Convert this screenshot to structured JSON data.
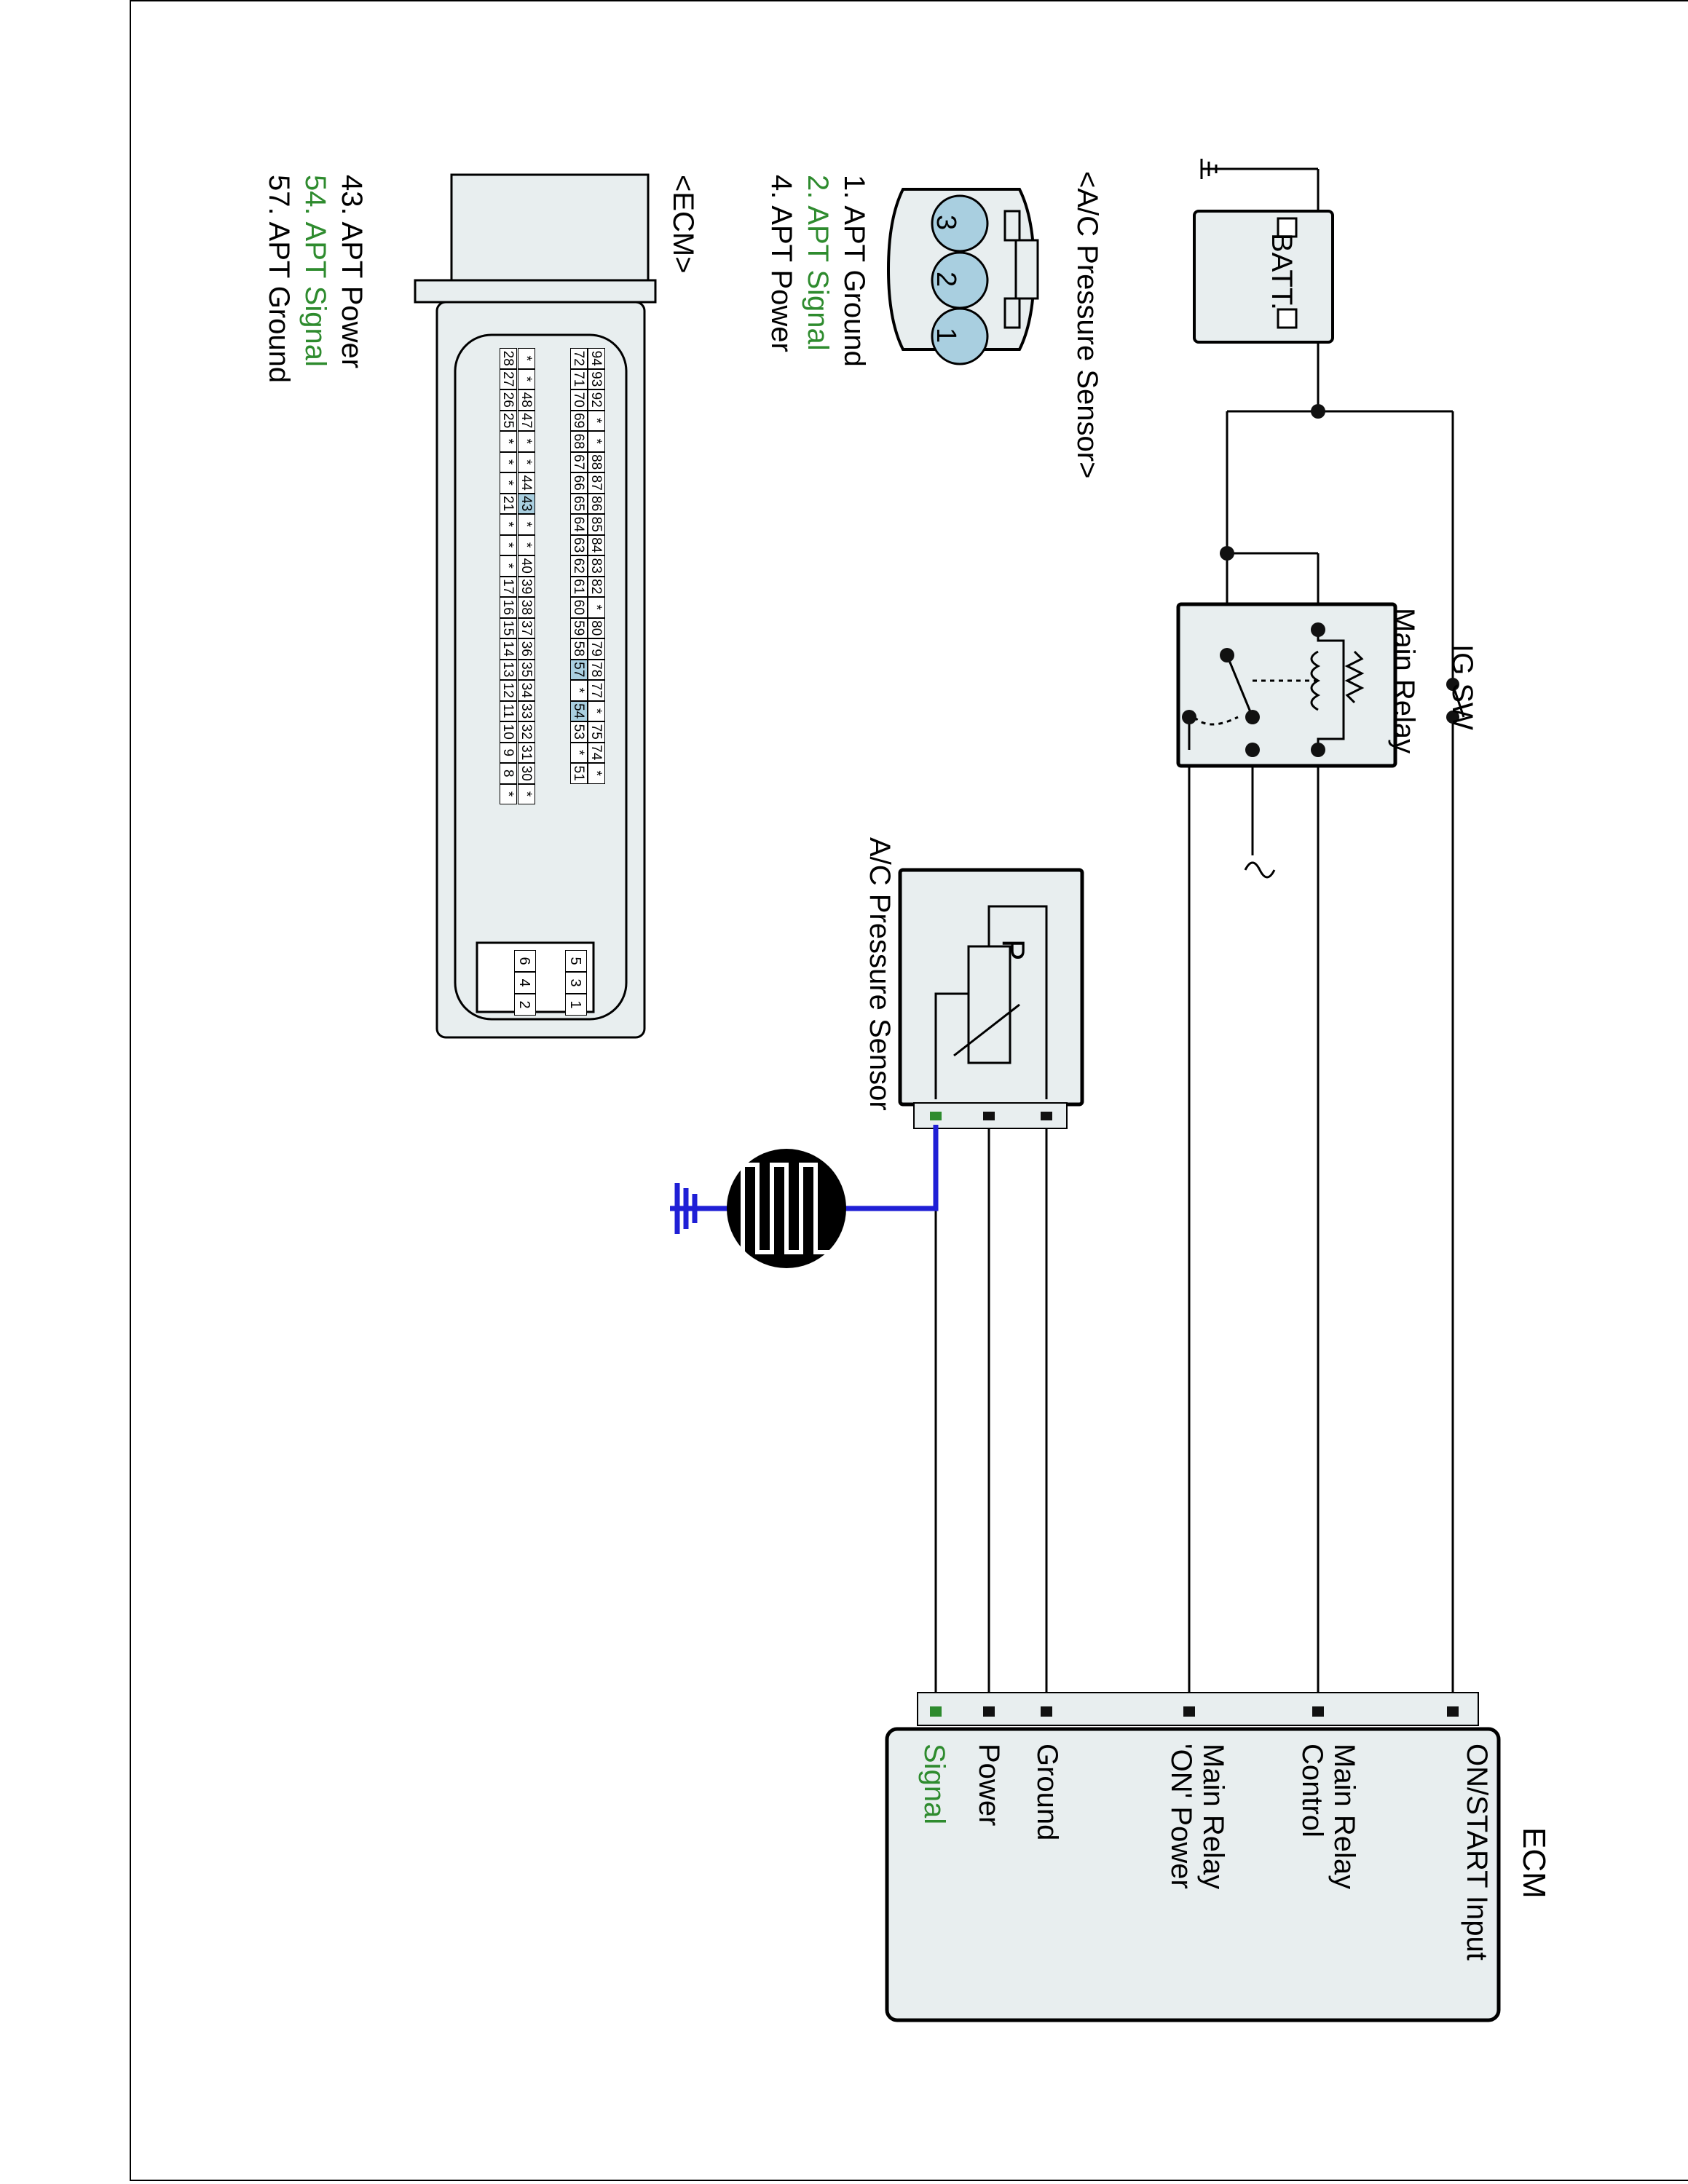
{
  "battery": {
    "label": "BATT.",
    "minus": "-",
    "plus": "+"
  },
  "ig_switch": {
    "label": "IG SW"
  },
  "main_relay": {
    "label": "Main Relay"
  },
  "sensor_block": {
    "label": "A/C Pressure Sensor",
    "symbol": "P"
  },
  "ecm_block": {
    "label": "ECM",
    "pins": [
      {
        "label": "ON/START  Input"
      },
      {
        "label": "Main Relay\nControl"
      },
      {
        "label": "Main Relay\n'ON' Power"
      },
      {
        "label": "Ground"
      },
      {
        "label": "Power"
      },
      {
        "label": "Signal",
        "color": "#2e8b2e"
      }
    ]
  },
  "sensor_connector": {
    "title": "<A/C Pressure Sensor>",
    "pins": [
      "3",
      "2",
      "1"
    ],
    "legend": [
      "1. APT Ground",
      "2. APT Signal",
      "4. APT Power"
    ]
  },
  "ecm_connector": {
    "title": "<ECM>",
    "row1": [
      "94",
      "93",
      "92",
      "*",
      "*",
      "88",
      "87",
      "86",
      "85",
      "84",
      "83",
      "82",
      "*",
      "80",
      "79",
      "78",
      "77",
      "*",
      "75",
      "74",
      "*"
    ],
    "row2": [
      "72",
      "71",
      "70",
      "69",
      "68",
      "67",
      "66",
      "65",
      "64",
      "63",
      "62",
      "61",
      "60",
      "59",
      "58",
      "57",
      "*",
      "54",
      "53",
      "*",
      "51"
    ],
    "row3": [
      "*",
      "*",
      "48",
      "47",
      "*",
      "*",
      "44",
      "43",
      "*",
      "*",
      "40",
      "39",
      "38",
      "37",
      "36",
      "35",
      "34",
      "33",
      "32",
      "31",
      "30",
      "*"
    ],
    "row4": [
      "28",
      "27",
      "26",
      "25",
      "*",
      "*",
      "*",
      "21",
      "*",
      "*",
      "*",
      "17",
      "16",
      "15",
      "14",
      "13",
      "12",
      "11",
      "10",
      "9",
      "8",
      "*"
    ],
    "small_block": [
      "6",
      "5",
      "4",
      "3",
      "2",
      "1"
    ],
    "legend": [
      "43. APT Power",
      "54. APT Signal",
      "57. APT Ground"
    ],
    "highlight": [
      "43",
      "57",
      "54"
    ]
  },
  "colors": {
    "signal_green": "#2e8b2e",
    "ground_blue": "#1f1fd6",
    "highlight": "#a9cfe0",
    "panel": "#e8eeef"
  },
  "icons": [
    "ground-icon",
    "scope-icon"
  ]
}
